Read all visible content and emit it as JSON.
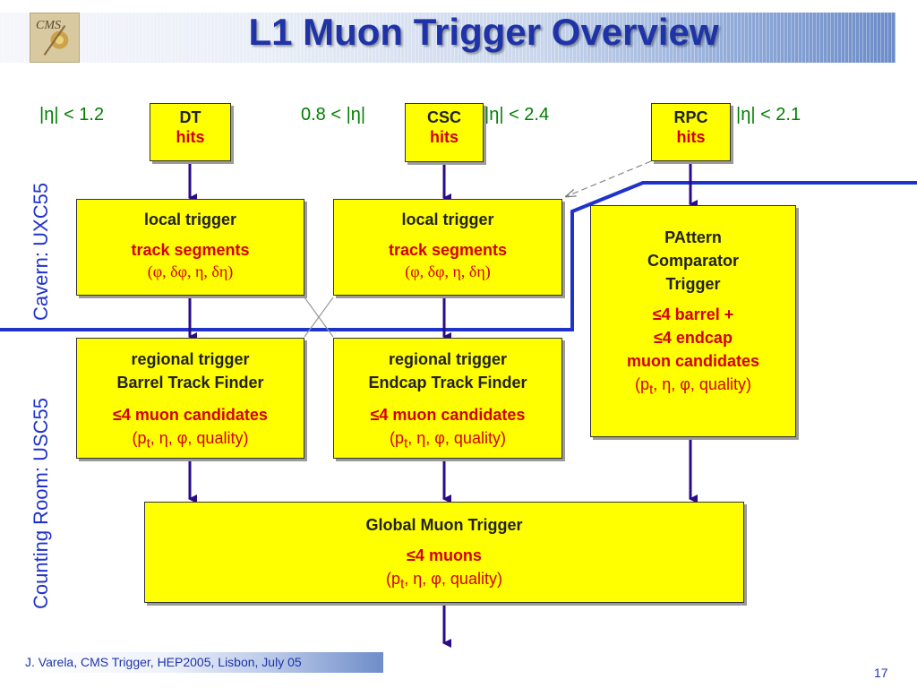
{
  "title": "L1 Muon Trigger Overview",
  "footer": "J. Varela, CMS Trigger, HEP2005, Lisbon, July 05",
  "page_number": "17",
  "logo_text": "CMS",
  "side_labels": {
    "counting_room": "Counting Room: USC55",
    "cavern": "Cavern: UXC55"
  },
  "eta_ranges": {
    "dt": "|η| < 1.2",
    "csc_low": "0.8 < |η|",
    "csc_high": "|η| < 2.4",
    "rpc": "|η| < 2.1"
  },
  "dt_hits": {
    "name": "DT",
    "sub": "hits"
  },
  "csc_hits": {
    "name": "CSC",
    "sub": "hits"
  },
  "rpc_hits": {
    "name": "RPC",
    "sub": "hits"
  },
  "local_dt": {
    "title": "local trigger",
    "line2": "track segments",
    "line3": "(φ, δφ, η, δη)"
  },
  "local_csc": {
    "title": "local trigger",
    "line2": "track segments",
    "line3": "(φ, δφ, η, δη)"
  },
  "regional_barrel": {
    "title1": "regional trigger",
    "title2": "Barrel Track Finder",
    "line3": "≤4 muon candidates",
    "line4_pre": "(p",
    "line4_sub": "t",
    "line4_post": ", η, φ, quality)"
  },
  "regional_endcap": {
    "title1": "regional trigger",
    "title2": "Endcap Track Finder",
    "line3": "≤4 muon candidates",
    "line4_pre": "(p",
    "line4_sub": "t",
    "line4_post": ", η, φ, quality)"
  },
  "pact": {
    "line1": "PAttern",
    "line2": "Comparator",
    "line3": "Trigger",
    "line4": "≤4 barrel +",
    "line5": "≤4 endcap",
    "line6": "muon candidates",
    "line7_pre": "(p",
    "line7_sub": "t",
    "line7_post": ", η, φ, quality)"
  },
  "gmt": {
    "title": "Global Muon Trigger",
    "line2": "≤4 muons",
    "line3_pre": "(p",
    "line3_sub": "t",
    "line3_post": ", η, φ, quality)"
  },
  "colors": {
    "box_fill": "#ffff00",
    "arrow": "#2a0a8a",
    "boundary_line": "#1f33cc",
    "eta_text": "#008000",
    "red_text": "#d40000",
    "title": "#1f33a8"
  }
}
